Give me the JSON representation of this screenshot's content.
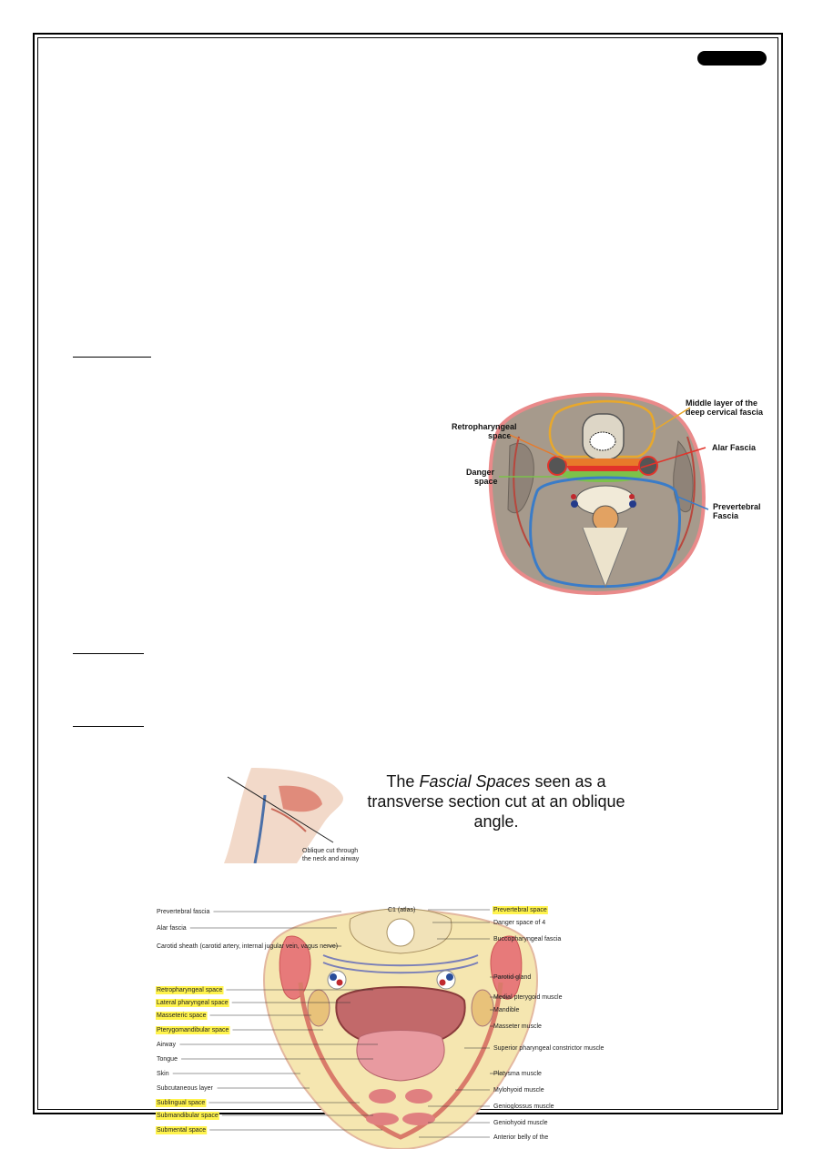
{
  "figure1": {
    "labels": {
      "middle_layer": "Middle layer of the deep cervical fascia",
      "retropharyngeal": "Retropharyngeal space",
      "alar": "Alar Fascia",
      "danger": "Danger space",
      "prevertebral": "Prevertebral Fascia"
    },
    "colors": {
      "middle_layer": "#e8a82c",
      "retropharyngeal": "#e87a2a",
      "alar": "#e2332a",
      "danger": "#7cc24a",
      "prevertebral": "#3a7cc8",
      "skin": "#e98a8a"
    }
  },
  "figure2": {
    "caption_pre": "The ",
    "caption_em": "Fascial Spaces",
    "caption_post": " seen as a transverse section cut at an oblique angle.",
    "inset_label": "Oblique cut through the neck and airway"
  },
  "figure3": {
    "top_label": "C1 (atlas)",
    "left_labels": [
      {
        "text": "Prevertebral fascia",
        "highlight": false
      },
      {
        "text": "Alar fascia",
        "highlight": false
      },
      {
        "text": "Carotid sheath (carotid artery, internal jugular vein, vagus nerve)",
        "highlight": false
      },
      {
        "text": "Retropharyngeal space",
        "highlight": true
      },
      {
        "text": "Lateral pharyngeal space",
        "highlight": true
      },
      {
        "text": "Masseteric space",
        "highlight": true
      },
      {
        "text": "Pterygomandibular space",
        "highlight": true
      },
      {
        "text": "Airway",
        "highlight": false
      },
      {
        "text": "Tongue",
        "highlight": false
      },
      {
        "text": "Skin",
        "highlight": false
      },
      {
        "text": "Subcutaneous layer",
        "highlight": false
      },
      {
        "text": "Sublingual space",
        "highlight": true
      },
      {
        "text": "Submandibular space",
        "highlight": true
      },
      {
        "text": "Submental space",
        "highlight": true
      }
    ],
    "right_labels": [
      {
        "text": "Prevertebral space",
        "highlight": true
      },
      {
        "text": "Danger space of 4",
        "highlight": false
      },
      {
        "text": "Buccopharyngeal fascia",
        "highlight": false
      },
      {
        "text": "Parotid gland",
        "highlight": false
      },
      {
        "text": "Medial pterygoid muscle",
        "highlight": false
      },
      {
        "text": "Mandible",
        "highlight": false
      },
      {
        "text": "Masseter muscle",
        "highlight": false
      },
      {
        "text": "Superior pharyngeal constrictor muscle",
        "highlight": false
      },
      {
        "text": "Platysma muscle",
        "highlight": false
      },
      {
        "text": "Mylohyoid muscle",
        "highlight": false
      },
      {
        "text": "Genioglossus muscle",
        "highlight": false
      },
      {
        "text": "Geniohyoid muscle",
        "highlight": false
      },
      {
        "text": "Anterior belly of the",
        "highlight": false
      }
    ],
    "highlight_color": "#fff34d"
  }
}
